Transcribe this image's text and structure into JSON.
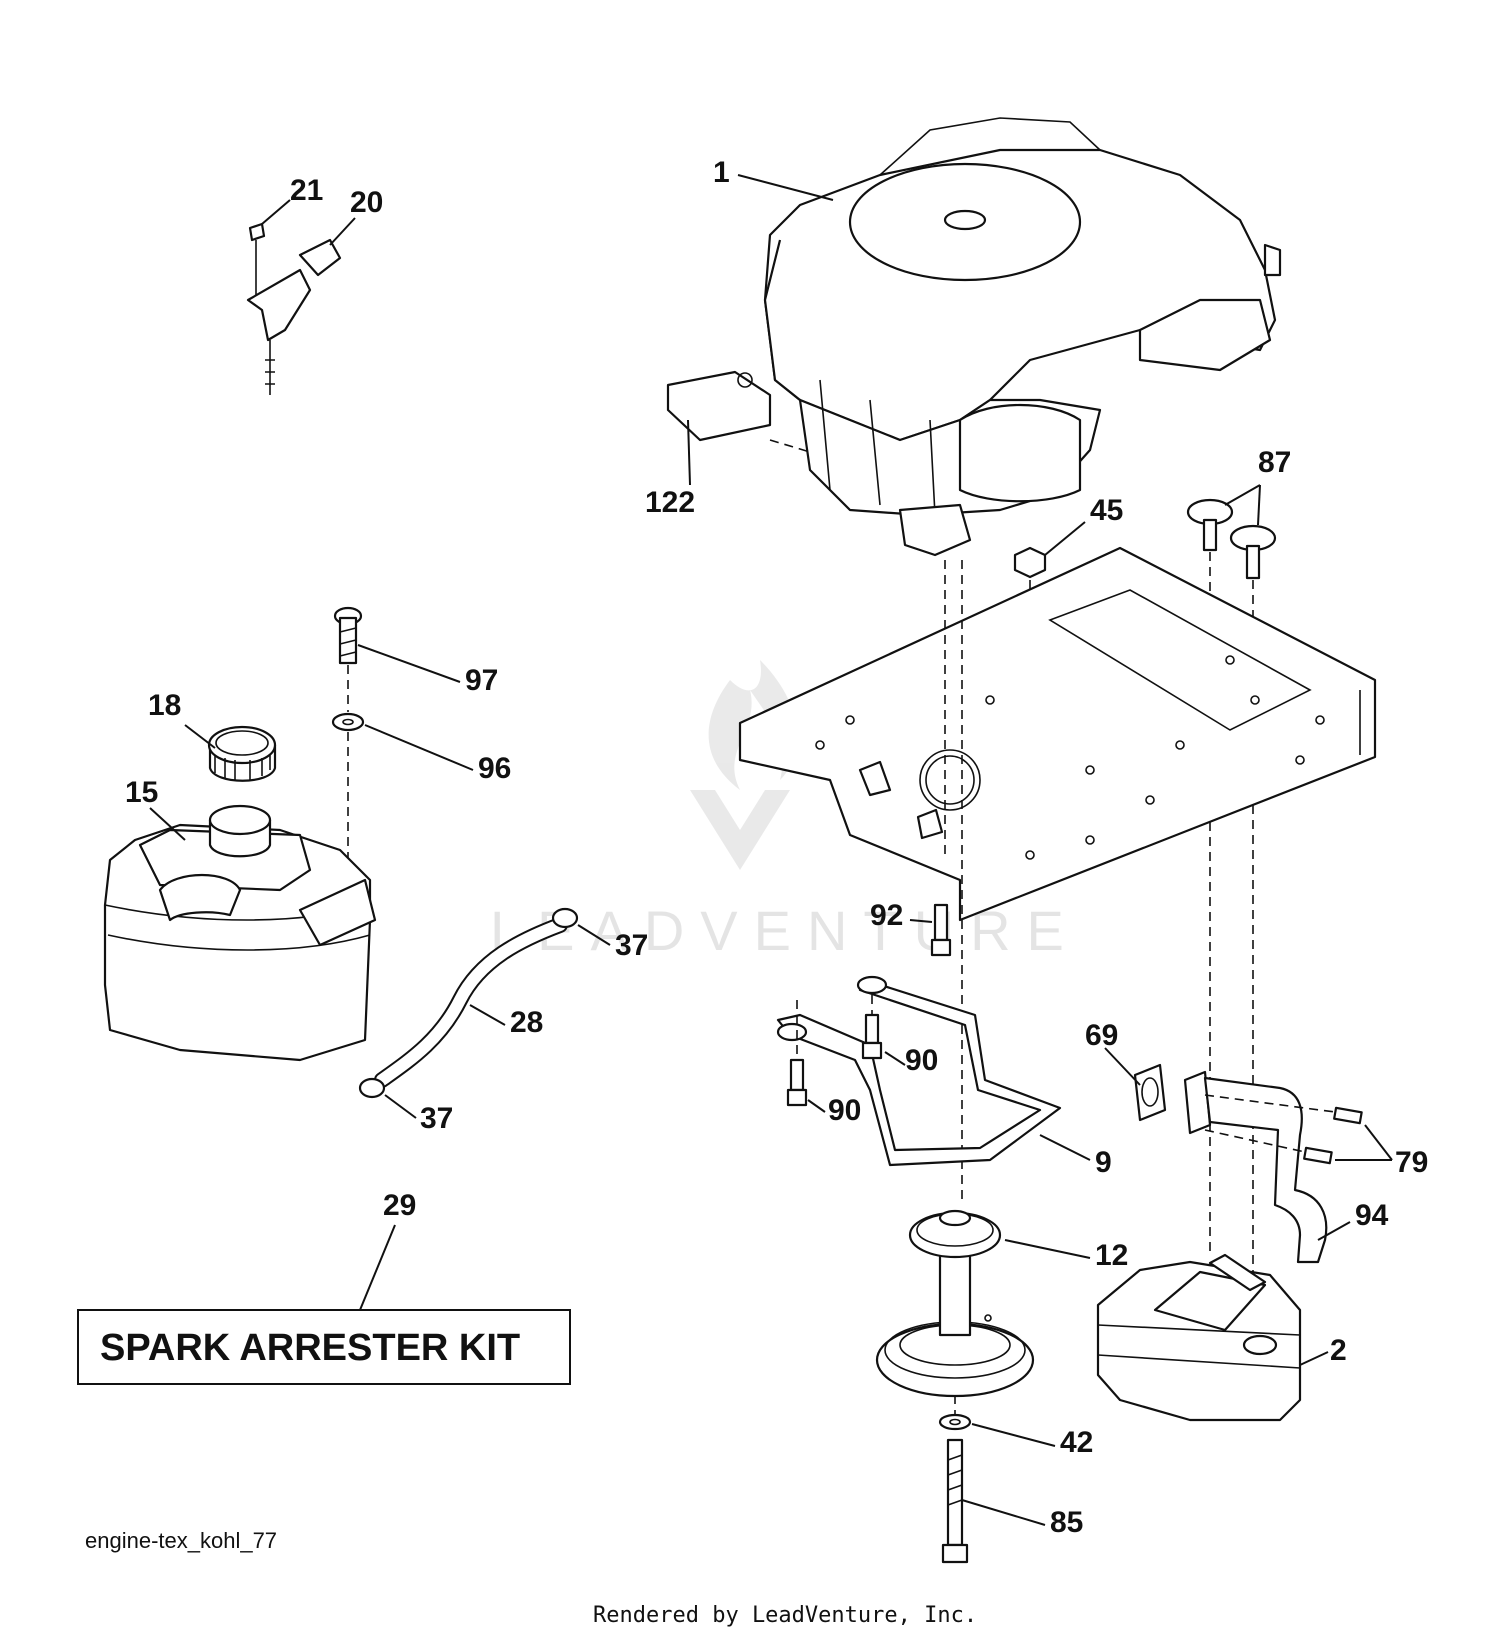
{
  "callouts": {
    "c1": "1",
    "c2": "2",
    "c9": "9",
    "c12": "12",
    "c15": "15",
    "c18": "18",
    "c20": "20",
    "c21": "21",
    "c28": "28",
    "c29": "29",
    "c37a": "37",
    "c37b": "37",
    "c42": "42",
    "c45": "45",
    "c69": "69",
    "c79": "79",
    "c85": "85",
    "c87": "87",
    "c90a": "90",
    "c90b": "90",
    "c92": "92",
    "c94": "94",
    "c96": "96",
    "c97": "97",
    "c122": "122"
  },
  "kit_label": "SPARK ARRESTER KIT",
  "diagram_id": "engine-tex_kohl_77",
  "rendered_by": "Rendered by LeadVenture, Inc.",
  "watermark": "LEADVENTURE"
}
